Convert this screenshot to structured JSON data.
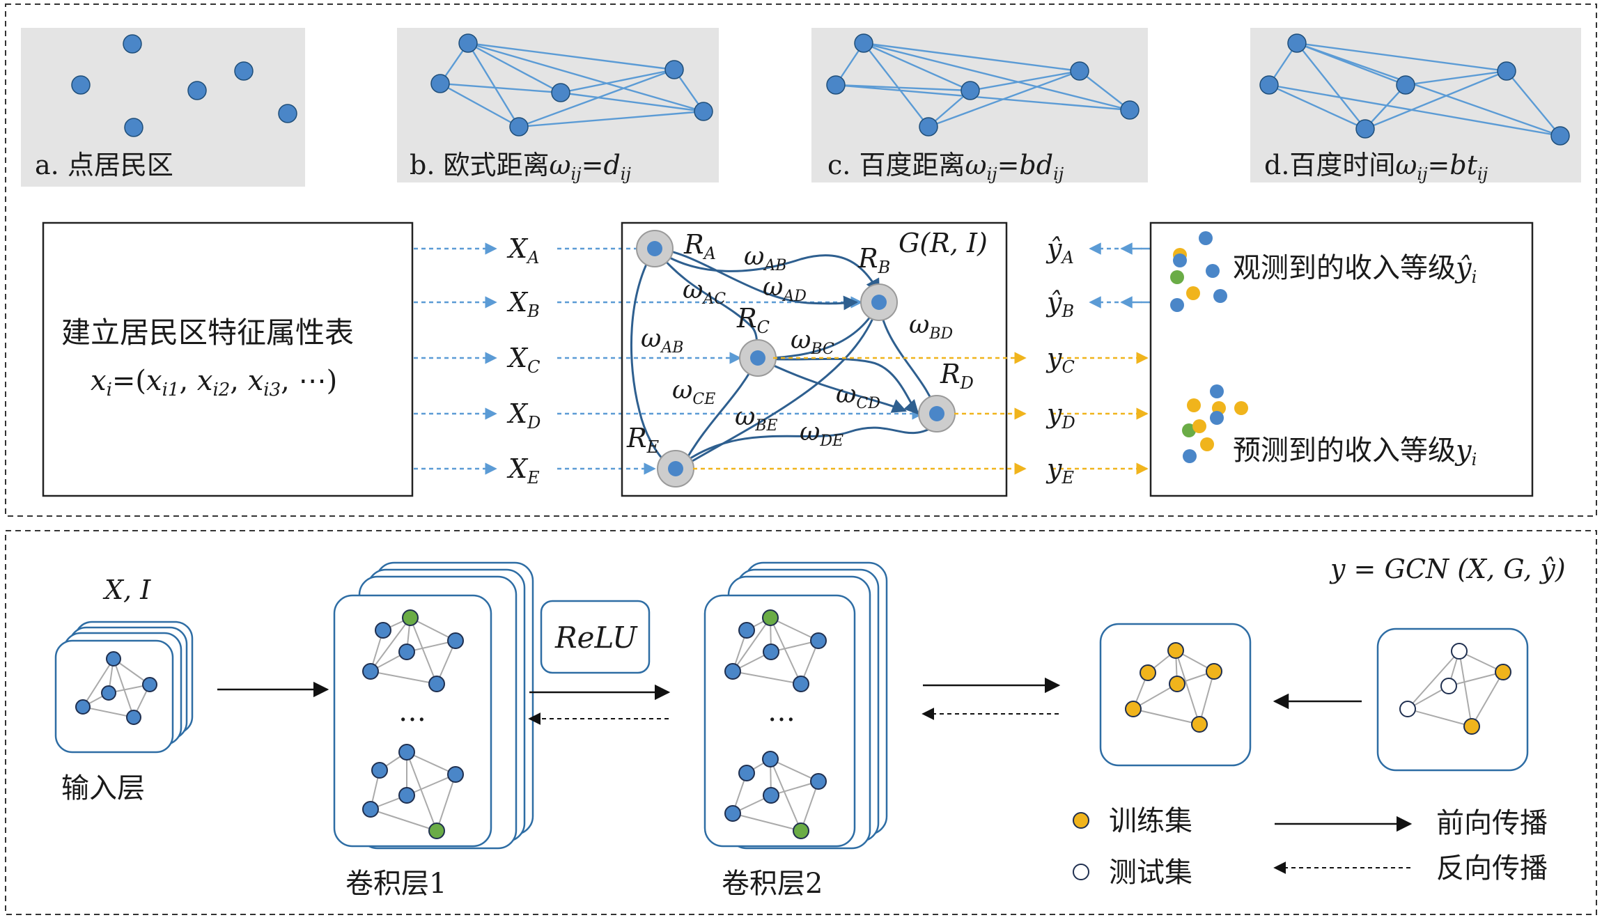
{
  "top_panels": [
    {
      "label": "a. 点居民区",
      "omega": "",
      "omega_sub": "",
      "eq": "",
      "rhs": "",
      "rhs_sub": ""
    },
    {
      "label": "b. 欧式距离",
      "omega": "ω",
      "omega_sub": "ij",
      "eq": "=",
      "rhs": "d",
      "rhs_sub": "ij"
    },
    {
      "label": "c. 百度距离",
      "omega": "ω",
      "omega_sub": "ij",
      "eq": "=",
      "rhs": "bd",
      "rhs_sub": "ij"
    },
    {
      "label": "d.百度时间",
      "omega": "ω",
      "omega_sub": "ij",
      "eq": "=",
      "rhs": "bt",
      "rhs_sub": "ij"
    }
  ],
  "feature_table": {
    "title": "建立居民区特征属性表",
    "formula": {
      "x": "x",
      "x_sub": "i",
      "eq": "=(",
      "x1": "x",
      "x1_sub": "i1",
      "x2": "x",
      "x2_sub": "i2",
      "x3": "x",
      "x3_sub": "i3",
      "tail": ", ⋯)"
    }
  },
  "input_labels": [
    {
      "base": "X",
      "sub": "A"
    },
    {
      "base": "X",
      "sub": "B"
    },
    {
      "base": "X",
      "sub": "C"
    },
    {
      "base": "X",
      "sub": "D"
    },
    {
      "base": "X",
      "sub": "E"
    }
  ],
  "graph": {
    "title": "G(R, I)",
    "nodes": [
      {
        "base": "R",
        "sub": "A"
      },
      {
        "base": "R",
        "sub": "B"
      },
      {
        "base": "R",
        "sub": "C"
      },
      {
        "base": "R",
        "sub": "D"
      },
      {
        "base": "R",
        "sub": "E"
      }
    ],
    "edge_labels": [
      {
        "base": "ω",
        "sub": "AB"
      },
      {
        "base": "ω",
        "sub": "AC"
      },
      {
        "base": "ω",
        "sub": "AD"
      },
      {
        "base": "ω",
        "sub": "AB"
      },
      {
        "base": "ω",
        "sub": "BD"
      },
      {
        "base": "ω",
        "sub": "BC"
      },
      {
        "base": "ω",
        "sub": "CE"
      },
      {
        "base": "ω",
        "sub": "CD"
      },
      {
        "base": "ω",
        "sub": "BE"
      },
      {
        "base": "ω",
        "sub": "DE"
      }
    ]
  },
  "output_labels": [
    {
      "base": "ŷ",
      "sub": "A"
    },
    {
      "base": "ŷ",
      "sub": "B"
    },
    {
      "base": "y",
      "sub": "C"
    },
    {
      "base": "y",
      "sub": "D"
    },
    {
      "base": "y",
      "sub": "E"
    }
  ],
  "result_box": {
    "observed": {
      "text": "观测到的收入等级",
      "var": "ŷ",
      "var_sub": "i"
    },
    "predicted": {
      "text": "预测到的收入等级",
      "var": "y",
      "var_sub": "i"
    }
  },
  "gcn": {
    "formula": "y = GCN (X, G, ŷ)",
    "input_top": "X, I",
    "input_label": "输入层",
    "conv1_label": "卷积层1",
    "conv2_label": "卷积层2",
    "relu": "ReLU",
    "ellipsis": "…",
    "legend": {
      "train": "训练集",
      "test": "测试集",
      "forward": "前向传播",
      "backward": "反向传播"
    }
  },
  "colors": {
    "node_blue": "#4a86c8",
    "node_blue_stroke": "#1f4e79",
    "arrow_blue": "#5b9bd5",
    "edge_dark_blue": "#2e5f8f",
    "orange": "#f0b41c",
    "green": "#6aac46",
    "panel_gray": "#e4e4e4",
    "halo_gray": "#cdcdcd",
    "layer_stroke": "#2e6da4",
    "gray_line": "#aaaaaa"
  }
}
